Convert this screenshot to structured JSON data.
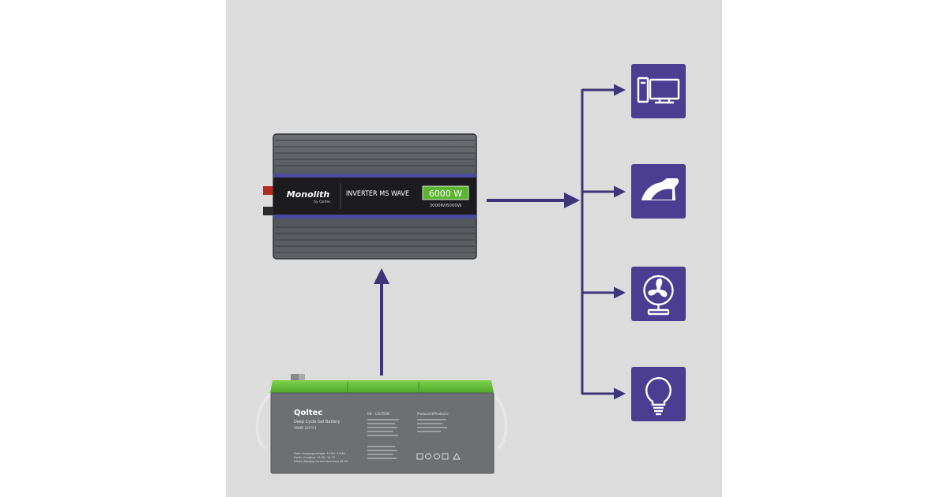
{
  "inverter": {
    "brand": "Monolith",
    "sub_brand": "by Qoltec",
    "model": "INVERTER MS WAVE",
    "power_badge": "6000 W",
    "power_detail": "3000W/6000W"
  },
  "battery": {
    "brand": "Qoltec",
    "product": "Deep Cycle Gel Battery",
    "rating": "10HR (25°C)",
    "caution_title": "EN - CAUTION",
    "producer_title": "Producent/Producer:",
    "charge_lines": [
      "Float charging voltage: 13.5V~13.8V",
      "Cyclic charging: 14.4V~14.7V",
      "Initial charging current less than 45.0A"
    ]
  },
  "devices": [
    {
      "name": "computer",
      "icon": "computer-icon"
    },
    {
      "name": "iron",
      "icon": "iron-icon"
    },
    {
      "name": "fan",
      "icon": "fan-icon"
    },
    {
      "name": "light-bulb",
      "icon": "light-bulb-icon"
    }
  ],
  "colors": {
    "panel_bg": "#dcdcdc",
    "arrow": "#3d3479",
    "tile": "#4a3d92",
    "badge": "#5bb531",
    "inverter_stripe": "#4b4aa0"
  }
}
